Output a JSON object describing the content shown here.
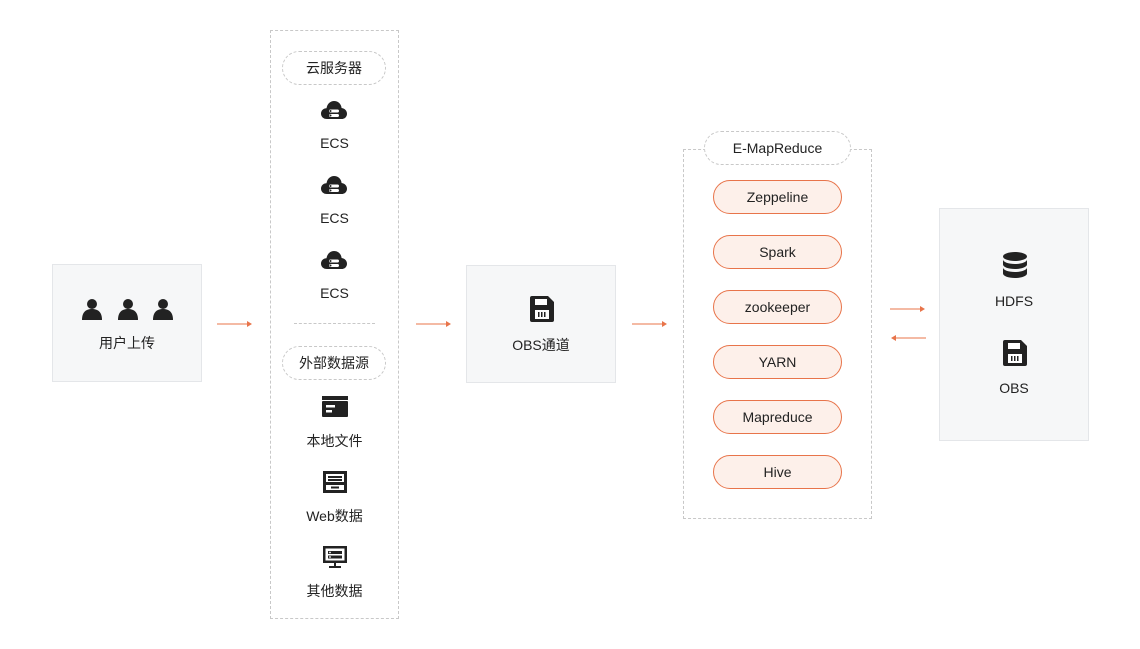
{
  "user_upload": {
    "label": "用户上传"
  },
  "sources": {
    "cloud_title": "云服务器",
    "ecs_items": [
      "ECS",
      "ECS",
      "ECS"
    ],
    "external_title": "外部数据源",
    "external_items": [
      "本地文件",
      "Web数据",
      "其他数据"
    ]
  },
  "obs_channel": {
    "label": "OBS通道"
  },
  "emr": {
    "title": "E-MapReduce",
    "components": [
      "Zeppeline",
      "Spark",
      "zookeeper",
      "YARN",
      "Mapreduce",
      "Hive"
    ]
  },
  "storage": {
    "hdfs": "HDFS",
    "obs": "OBS"
  },
  "colors": {
    "accent": "#e8744a",
    "panel": "#f6f7f8",
    "border_dashed": "#c8c8c8",
    "icon": "#222222"
  }
}
